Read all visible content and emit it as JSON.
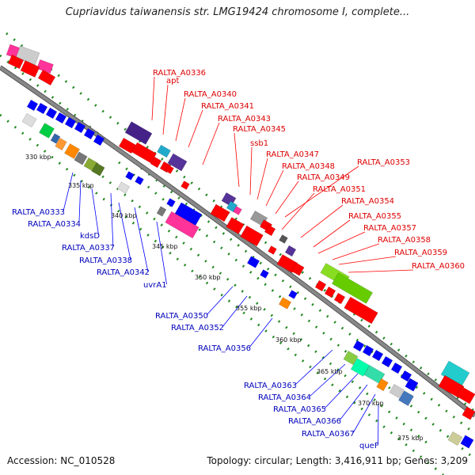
{
  "title": "Cupriavidus taiwanensis str. LMG19424 chromosome I, complete...",
  "accession": "Accession: NC_010528",
  "footer_info": "Topology: circular; Length: 3,416,911 bp; Genes: 3,209",
  "colors": {
    "forward_label": "#dd0000",
    "reverse_label": "#0000bb",
    "backbone": "#888888",
    "tick": "#228822"
  },
  "scale_labels": [
    "330 kbp",
    "335 kbp",
    "340 kbp",
    "345 kbp",
    "350 kbp",
    "355 kbp",
    "360 kbp",
    "365 kbp",
    "370 kbp",
    "375 kbp"
  ],
  "forward_labels": [
    "RALTA_A0336",
    "apt",
    "RALTA_A0340",
    "RALTA_A0341",
    "RALTA_A0343",
    "RALTA_A0345",
    "ssb1",
    "RALTA_A0347",
    "RALTA_A0348",
    "RALTA_A0353",
    "RALTA_A0349",
    "RALTA_A0351",
    "RALTA_A0354",
    "RALTA_A0355",
    "RALTA_A0357",
    "RALTA_A0358",
    "RALTA_A0359",
    "RALTA_A0360"
  ],
  "reverse_labels": [
    "RALTA_A0333",
    "RALTA_A0334",
    "kdsD",
    "RALTA_A0337",
    "RALTA_A0338",
    "RALTA_A0342",
    "uvrA1",
    "RALTA_A0350",
    "RALTA_A0352",
    "RALTA_A0356",
    "RALTA_A0363",
    "RALTA_A0364",
    "RALTA_A0365",
    "RALTA_A0366",
    "RALTA_A0367",
    "queF"
  ]
}
